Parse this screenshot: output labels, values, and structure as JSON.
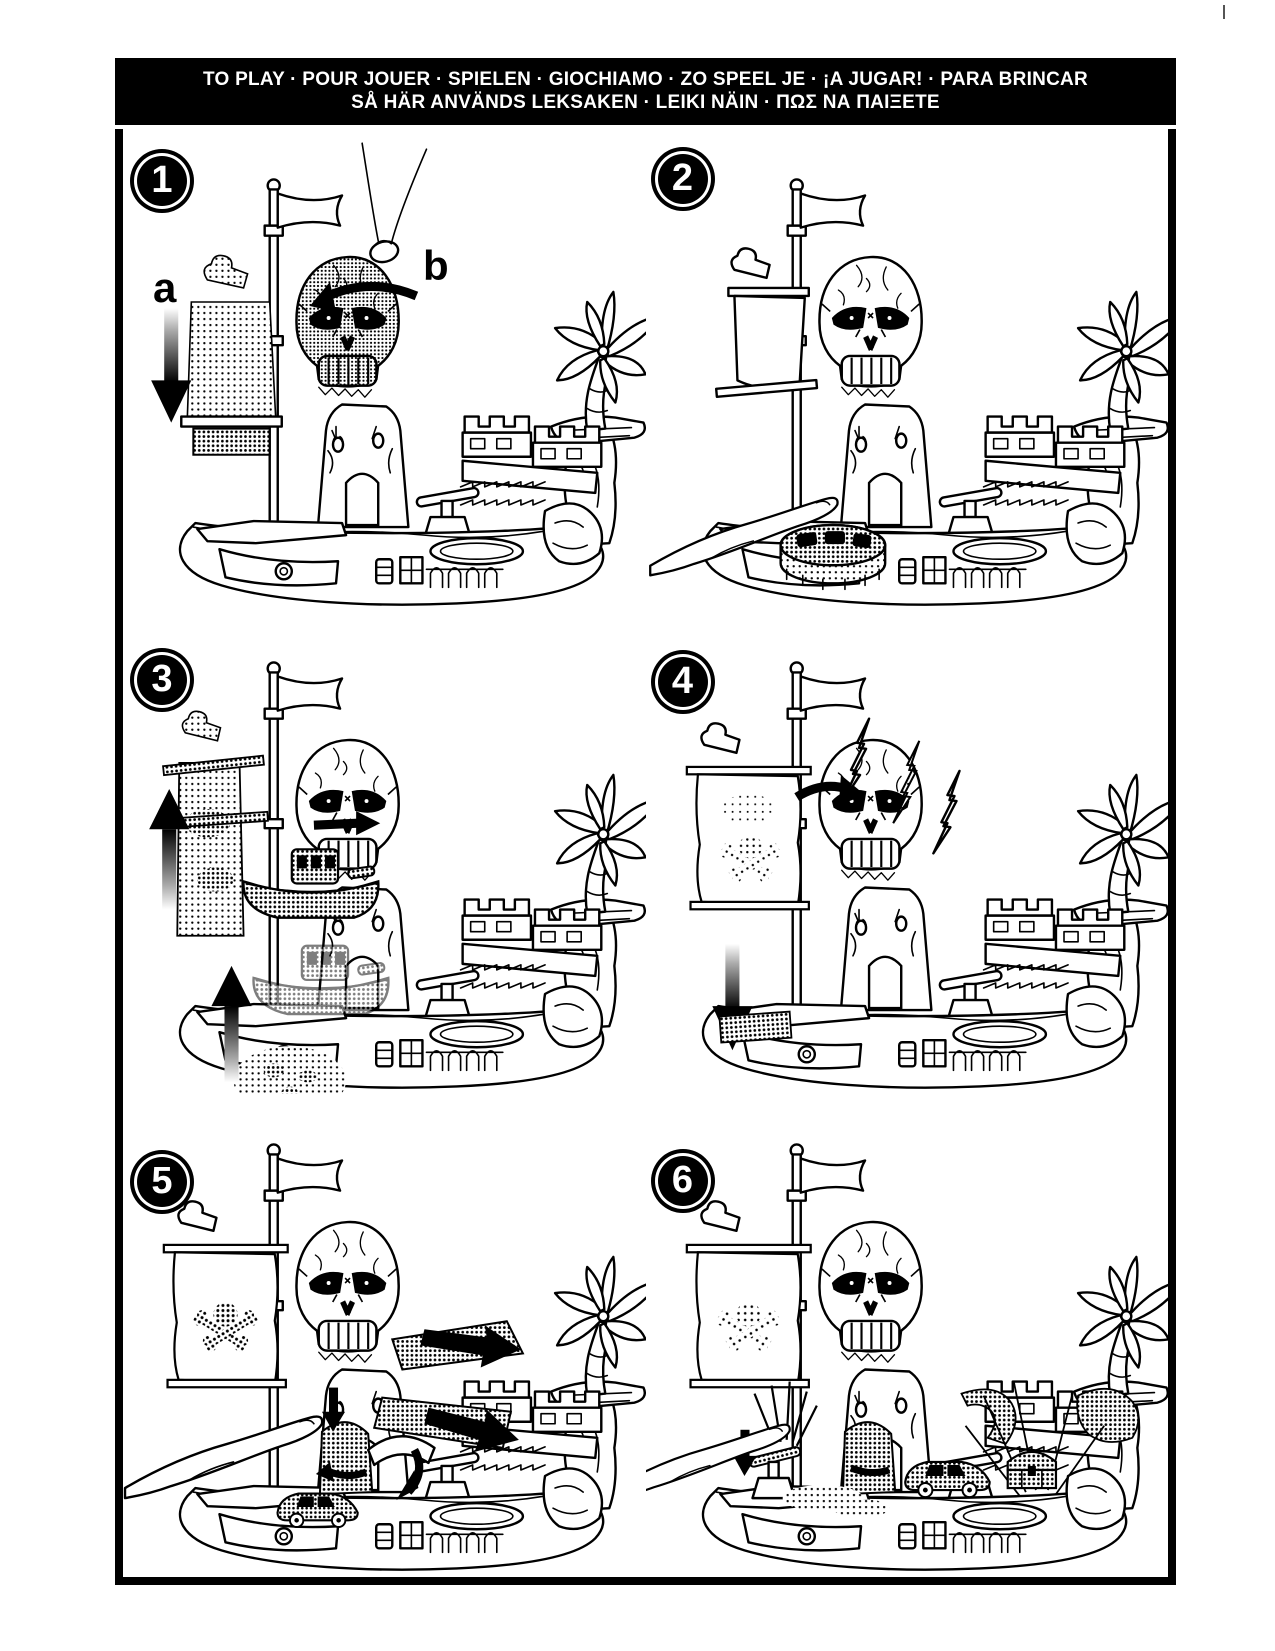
{
  "page": {
    "background": "#ffffff",
    "ink_color": "#000000",
    "registration_mark": "|"
  },
  "header": {
    "line1": "TO PLAY · POUR JOUER · SPIELEN · GIOCHIAMO · ZO SPEEL JE · ¡A JUGAR! · PARA BRINCAR",
    "line2": "SÅ HÄR ANVÄNDS LEKSAKEN · LEIKI NÄIN · ΠΩΣ ΝΑ ΠΑΙΞΕΤΕ"
  },
  "steps": [
    {
      "number": "1",
      "label_a": "a",
      "label_b": "b",
      "icons": [
        "shaded-skull-fortress",
        "down-arrow",
        "rotate-left-arrow",
        "finger-from-top",
        "hoisted-crate",
        "palm-tree",
        "pennant-flag"
      ]
    },
    {
      "number": "2",
      "icons": [
        "skull-fortress",
        "hand-placing-boat",
        "round-boat-base",
        "hanging-sail",
        "palm-tree",
        "pennant-flag"
      ]
    },
    {
      "number": "3",
      "icons": [
        "skull-fortress",
        "up-arrow",
        "up-arrow",
        "shaded-boat-on-mast",
        "ghost-boat",
        "winch",
        "raised-banner",
        "palm-tree",
        "pennant-flag"
      ]
    },
    {
      "number": "4",
      "icons": [
        "skull-fortress",
        "lightning-bolts",
        "rotate-right-arrow",
        "down-arrow",
        "skull-crossbones-banner",
        "palm-tree",
        "pennant-flag"
      ]
    },
    {
      "number": "5",
      "icons": [
        "skull-fortress",
        "pointing-finger",
        "small-down-arrow",
        "falling-ramps",
        "black-chevron-arrows",
        "shaded-door",
        "curved-arrow",
        "toy-car",
        "skull-crossbones-banner",
        "palm-tree",
        "pennant-flag"
      ]
    },
    {
      "number": "6",
      "icons": [
        "skull-fortress",
        "pointing-finger",
        "small-down-arrow",
        "impact-lines",
        "shaded-door",
        "toy-car",
        "treasure-chest",
        "launch-lines",
        "catapult-arm",
        "skull-crossbones-banner",
        "palm-tree",
        "pennant-flag"
      ]
    }
  ]
}
